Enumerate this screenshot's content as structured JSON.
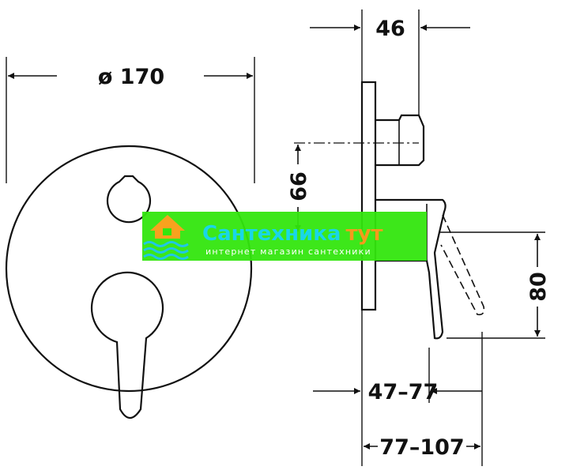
{
  "drawing": {
    "dimensions": {
      "diameter": "ø 170",
      "depth_top": "46",
      "vertical_spacing": "66",
      "handle_height": "80",
      "mount_range_inner": "47–77",
      "mount_range_outer": "77–107"
    }
  },
  "watermark": {
    "title_part1": "Сантехника",
    "title_part2": "тут",
    "subtitle": "интернет магазин сантехники",
    "colors": {
      "banner": "#33e60e",
      "title_part1": "#19d6e8",
      "title_part2": "#f59a1c",
      "icon": "#f7a21e",
      "waves": "#1fc7e6"
    }
  }
}
